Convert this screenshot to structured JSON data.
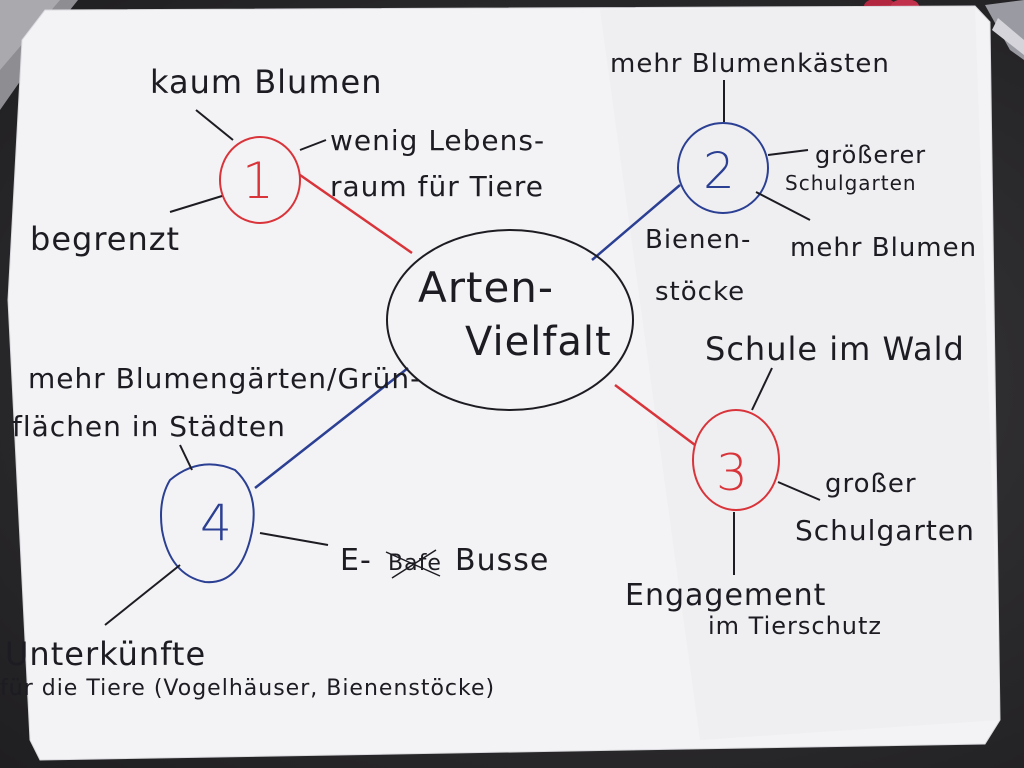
{
  "center": {
    "line1": "Arten-",
    "line2": "Vielfalt"
  },
  "nodes": [
    {
      "number": "1",
      "color": "#d8343a",
      "labels": [
        "kaum Blumen",
        "wenig Lebens-",
        "raum für Tiere",
        "begrenzt"
      ]
    },
    {
      "number": "2",
      "color": "#2b3f93",
      "labels": [
        "mehr Blumenkästen",
        "größerer",
        "Schulgarten",
        "mehr Blumen",
        "Bienen-",
        "stöcke"
      ]
    },
    {
      "number": "3",
      "color": "#d8343a",
      "labels": [
        "Schule im Wald",
        "großer",
        "Schulgarten",
        "Engagement",
        "im Tierschutz"
      ]
    },
    {
      "number": "4",
      "color": "#2b3f93",
      "labels": [
        "mehr Blumengärten/Grün-",
        "flächen in Städten",
        "E-",
        "Bafe",
        "Busse",
        "Unterkünfte",
        "für die Tiere (Vogelhäuser, Bienenstöcke)"
      ]
    }
  ],
  "colors": {
    "paper": "#f4f4f6",
    "ink": "#1c1c22",
    "red": "#d8343a",
    "blue": "#2b3f93"
  }
}
